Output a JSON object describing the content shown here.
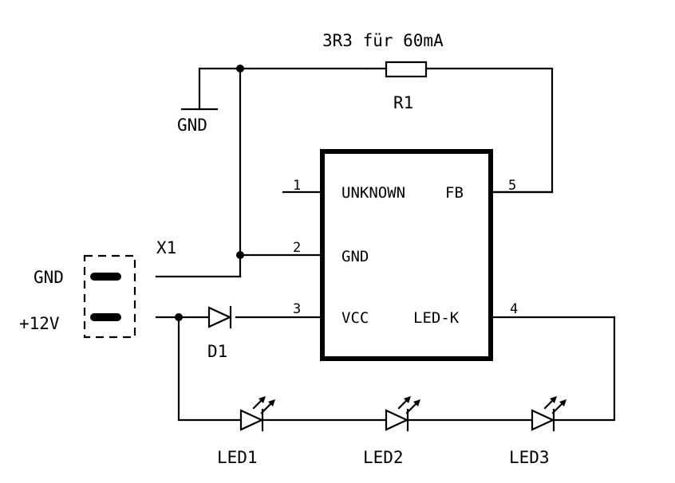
{
  "resistor": {
    "name": "R1",
    "value": "3R3 für 60mA"
  },
  "ground_label": "GND",
  "ic": {
    "pins": [
      {
        "number": "1",
        "label": "UNKNOWN"
      },
      {
        "number": "2",
        "label": "GND"
      },
      {
        "number": "3",
        "label": "VCC"
      },
      {
        "number": "4",
        "label": "LED-K"
      },
      {
        "number": "5",
        "label": "FB"
      }
    ]
  },
  "connector": {
    "name": "X1",
    "pins": [
      "GND",
      "+12V"
    ]
  },
  "diode": {
    "name": "D1"
  },
  "leds": [
    "LED1",
    "LED2",
    "LED3"
  ]
}
